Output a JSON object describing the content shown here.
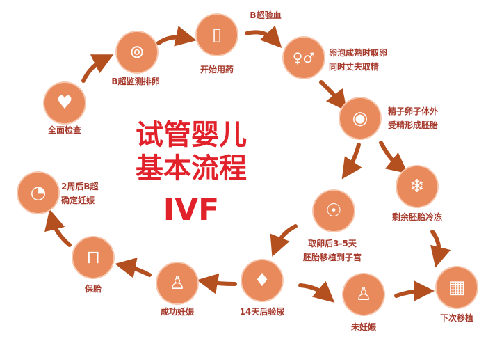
{
  "title": {
    "line1": "试管婴儿",
    "line2": "基本流程",
    "line3": "IVF"
  },
  "steps": {
    "checkup": {
      "label": "全面检查",
      "icon": "heart-icon"
    },
    "ultrasound_ovulation": {
      "label": "B超监测排卵",
      "icon": "egg-cell-icon"
    },
    "start_medication": {
      "label": "开始用药",
      "icon": "medicine-bottle-icon"
    },
    "ultrasound_blood": {
      "label": "B超验血"
    },
    "retrieval": {
      "line1": "卵泡成熟时取卵",
      "line2": "同时丈夫取精",
      "icon": "gender-icon"
    },
    "fertilization": {
      "line1": "精子卵子体外",
      "line2": "受精形成胚胎",
      "icon": "sperm-egg-icon"
    },
    "freeze": {
      "label": "剩余胚胎冷冻",
      "icon": "snowflake-icon"
    },
    "transfer": {
      "line1": "取卵后3-5天",
      "line2": "胚胎移植到子宫",
      "icon": "hands-icon"
    },
    "urine_test": {
      "label": "14天后验尿",
      "icon": "drop-icon"
    },
    "success": {
      "label": "成功妊娠",
      "icon": "pregnant-icon"
    },
    "not_pregnant": {
      "label": "未妊娠",
      "icon": "not-pregnant-icon"
    },
    "next_transfer": {
      "label": "下次移植",
      "icon": "hospital-icon"
    },
    "keep": {
      "label": "保胎",
      "icon": "bed-icon"
    },
    "confirm": {
      "line1": "2周后B超",
      "line2": "确定妊娠",
      "icon": "fetus-icon"
    }
  },
  "colors": {
    "node": "#e98a5c",
    "arrow": "#b4501f",
    "title": "#e1222b",
    "label": "#a63a2c"
  }
}
